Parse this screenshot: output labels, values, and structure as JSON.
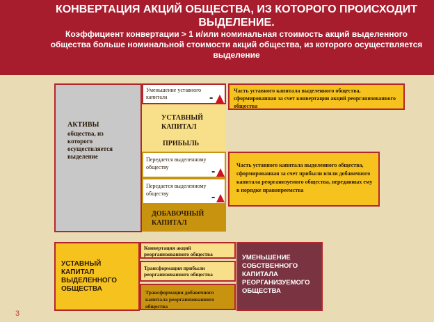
{
  "header": {
    "title": "КОНВЕРТАЦИЯ АКЦИЙ ОБЩЕСТВА, ИЗ КОТОРОГО ПРОИСХОДИТ ВЫДЕЛЕНИЕ.",
    "subtitle": "Коэффициент конвертации > 1 и/или номинальная стоимость акций выделенного общества больше номинальной стоимости акций общества, из которого осуществляется выделение"
  },
  "assets": {
    "heading": "АКТИВЫ",
    "text": "общества, из которого осуществляется выделение"
  },
  "stack": {
    "reduction_label": "Уменьшение уставного капитала",
    "charter_capital_label": "УСТАВНЫЙ КАПИТАЛ",
    "profit_label": "ПРИБЫЛЬ",
    "transfer_1_label": "Передается выделенному обществу",
    "transfer_2_label": "Передается выделенному обществу",
    "additional_capital_label": "ДОБАВОЧНЫЙ КАПИТАЛ",
    "minus_sign": "-"
  },
  "callouts": {
    "top": "Часть уставного капитала выделенного общества, сформированная за счет конвертации акций реорганизованного общества",
    "middle": "Часть уставного капитала выделенного общества, сформированная за счет прибыли и/или добавочного капитала реорганизуемого общества, переданных ему в порядке правопреемства"
  },
  "bottom": {
    "new_capital_label": "УСТАВНЫЙ КАПИТАЛ ВЫДЕЛЕННОГО ОБЩЕСТВА",
    "items": [
      "Конвертация акций реорганизованного общества",
      "Трансформация прибыли реорганизованного общества",
      "Трансформация добавочного капитала реорганизованного общества"
    ],
    "reduction_label": "УМЕНЬШЕНИЕ СОБСТВЕННОГО КАПИТАЛА РЕОРГАНИЗУЕМОГО ОБЩЕСТВА"
  },
  "page_number": "3",
  "colors": {
    "header_bg": "#a71d2e",
    "page_bg": "#e9dcb5",
    "yellow": "#f6c21e",
    "light_yellow": "#f8e08a",
    "tan": "#c8930f",
    "gray": "#c8c8c8",
    "red_border": "#b3262c",
    "dark_red": "#7a3341",
    "triangle": "#d0141f"
  }
}
